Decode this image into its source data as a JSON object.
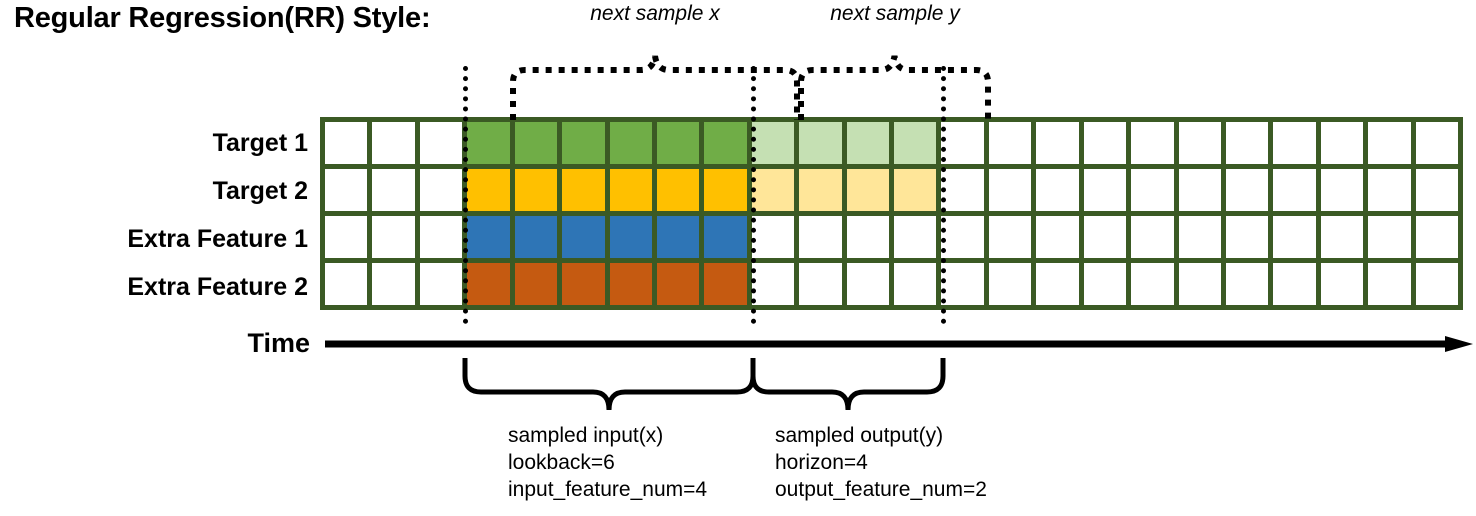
{
  "title": "Regular Regression(RR) Style:",
  "rows": [
    {
      "label": "Target 1",
      "fill": "#70ad47",
      "fill_light": "#c5e0b3",
      "has_output": true
    },
    {
      "label": "Target 2",
      "fill": "#ffc000",
      "fill_light": "#ffe699",
      "has_output": true
    },
    {
      "label": "Extra Feature 1",
      "fill": "#2e75b6",
      "fill_light": "#ffffff",
      "has_output": false
    },
    {
      "label": "Extra Feature 2",
      "fill": "#c55a11",
      "fill_light": "#ffffff",
      "has_output": false
    }
  ],
  "grid": {
    "columns": 24,
    "lead_blank_cols": 3,
    "input_cols": 6,
    "output_cols": 4,
    "trailing_blank_cols": 11,
    "border_color": "#3b5a24",
    "empty_color": "#ffffff"
  },
  "time_axis": {
    "label": "Time"
  },
  "top_braces": [
    {
      "id": "next-sample-x",
      "caption": "next sample x"
    },
    {
      "id": "next-sample-y",
      "caption": "next sample y"
    }
  ],
  "bottom_braces": [
    {
      "id": "sampled-input",
      "lines": [
        "sampled input(x)",
        "lookback=6",
        "input_feature_num=4"
      ]
    },
    {
      "id": "sampled-output",
      "lines": [
        "sampled output(y)",
        "horizon=4",
        "output_feature_num=2"
      ]
    }
  ]
}
